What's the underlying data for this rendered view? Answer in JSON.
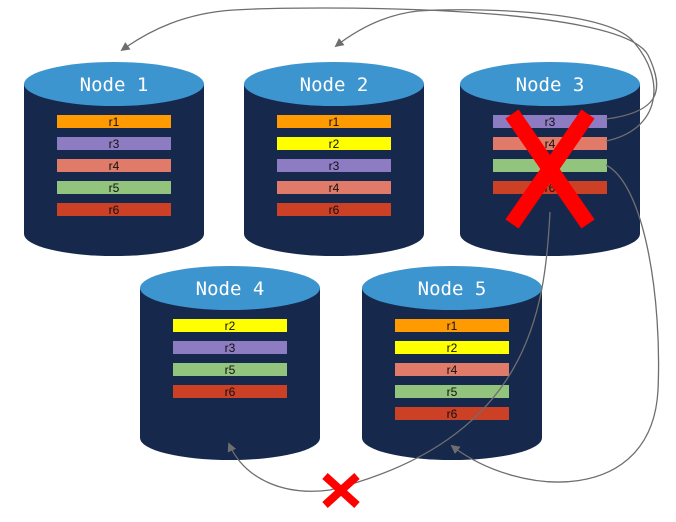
{
  "colors": {
    "cylinder_body": "#17284d",
    "cylinder_top": "#3d95cf",
    "arrow": "#6e6e6e",
    "failure_mark": "#ff0000",
    "replica": {
      "r1": "#ff9a00",
      "r2": "#ffff00",
      "r3": "#8e7cc3",
      "r4": "#e07b6a",
      "r5": "#93c47d",
      "r6": "#cc4125"
    }
  },
  "nodes": [
    {
      "id": "node1",
      "label": "Node 1",
      "replicas": [
        "r1",
        "r3",
        "r4",
        "r5",
        "r6"
      ],
      "failed": false
    },
    {
      "id": "node2",
      "label": "Node 2",
      "replicas": [
        "r1",
        "r2",
        "r3",
        "r4",
        "r6"
      ],
      "failed": false
    },
    {
      "id": "node3",
      "label": "Node 3",
      "replicas": [
        "r3",
        "r4",
        "r5",
        "r6"
      ],
      "failed": true
    },
    {
      "id": "node4",
      "label": "Node 4",
      "replicas": [
        "r2",
        "r3",
        "r5",
        "r6"
      ],
      "failed": false
    },
    {
      "id": "node5",
      "label": "Node 5",
      "replicas": [
        "r1",
        "r2",
        "r4",
        "r5",
        "r6"
      ],
      "failed": false
    }
  ],
  "edges": [
    {
      "from": "node3",
      "replica": "r3",
      "to": "node1",
      "failed": false
    },
    {
      "from": "node3",
      "replica": "r4",
      "to": "node2",
      "failed": false
    },
    {
      "from": "node3",
      "replica": "r5",
      "to": "node5",
      "failed": false
    },
    {
      "from": "node3",
      "replica": "r6",
      "to": "node4",
      "failed": true
    }
  ]
}
